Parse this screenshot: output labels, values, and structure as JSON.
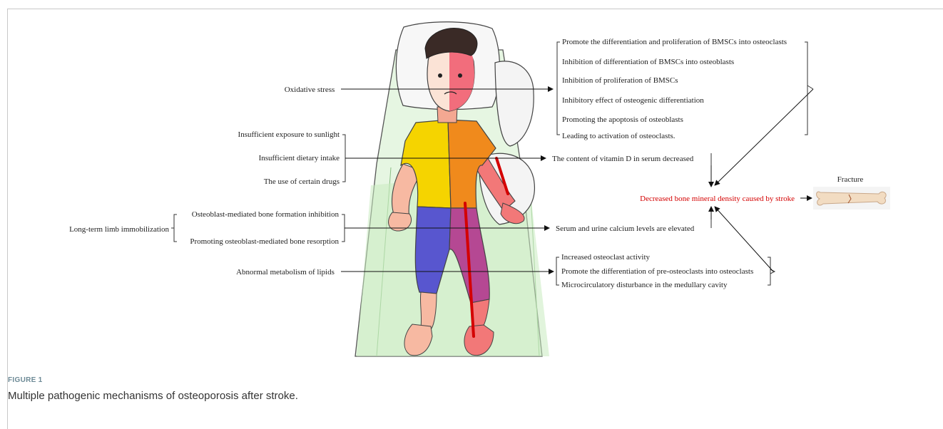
{
  "figure": {
    "label": "FIGURE 1",
    "caption": "Multiple pathogenic mechanisms of osteoporosis after stroke."
  },
  "causes": {
    "oxidative_stress": "Oxidative stress",
    "sunlight": "Insufficient exposure to sunlight",
    "dietary": "Insufficient dietary intake",
    "drugs": "The use of certain drugs",
    "immobilization": "Long-term limb immobilization",
    "formation_inhibition": "Osteoblast-mediated bone formation inhibition",
    "resorption": "Promoting osteoblast-mediated bone resorption",
    "lipids": "Abnormal metabolism of lipids"
  },
  "oxidative_effects": [
    "Promote the differentiation and proliferation of BMSCs into osteoclasts",
    "Inhibition of differentiation of BMSCs into osteoblasts",
    "Inhibition of proliferation of BMSCs",
    "Inhibitory effect of osteogenic differentiation",
    "Promoting the apoptosis of osteoblasts",
    "Leading to activation of osteoclasts."
  ],
  "outcomes": {
    "vitamin_d": "The content of vitamin D in serum decreased",
    "calcium": "Serum and urine calcium levels are elevated",
    "bmd": "Decreased bone mineral density caused by stroke",
    "fracture": "Fracture"
  },
  "lipid_effects": [
    "Increased osteoclast activity",
    "Promote the differentiation of pre-osteoclasts into osteoclasts",
    "Microcirculatory disturbance in the medullary cavity"
  ],
  "colors": {
    "highlight_red": "#d40000",
    "bed_green": "#c8ebc0",
    "shirt_yellow": "#f5d400",
    "shirt_orange": "#f08a1c",
    "pants_blue": "#5856cf",
    "pants_purple": "#b54893",
    "skin": "#f7b9a2",
    "skin_red": "#f27878",
    "caption_label": "#6d8a96"
  }
}
